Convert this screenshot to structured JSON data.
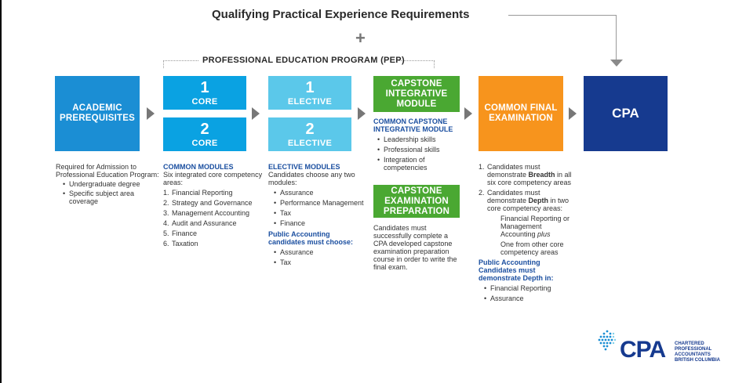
{
  "title": "Qualifying Practical Experience Requirements",
  "plus": "+",
  "pep_label": "PROFESSIONAL EDUCATION PROGRAM (PEP)",
  "boxes": {
    "academic": "ACADEMIC PREREQUISITES",
    "core1_num": "1",
    "core1_label": "CORE",
    "core2_num": "2",
    "core2_label": "CORE",
    "elective1_num": "1",
    "elective1_label": "ELECTIVE",
    "elective2_num": "2",
    "elective2_label": "ELECTIVE",
    "capstone_integrative": "CAPSTONE INTEGRATIVE MODULE",
    "capstone_exam": "CAPSTONE EXAMINATION PREPARATION",
    "cfe": "COMMON FINAL EXAMINATION",
    "cpa": "CPA"
  },
  "academic_text": {
    "intro": "Required for Admission to Professional Education Program:",
    "items": [
      "Undergraduate degree",
      "Specific subject area coverage"
    ]
  },
  "core_text": {
    "heading": "COMMON MODULES",
    "intro": "Six integrated core competency areas:",
    "items": [
      "Financial Reporting",
      "Strategy and Governance",
      "Management Accounting",
      "Audit and Assurance",
      "Finance",
      "Taxation"
    ],
    "numbers": [
      "1.",
      "2.",
      "3.",
      "4.",
      "5.",
      "6."
    ]
  },
  "elective_text": {
    "heading": "ELECTIVE MODULES",
    "intro": "Candidates choose any two modules:",
    "items": [
      "Assurance",
      "Performance Management",
      "Tax",
      "Finance"
    ],
    "pa_heading": "Public Accounting candidates must choose:",
    "pa_items": [
      "Assurance",
      "Tax"
    ]
  },
  "capstone_text": {
    "heading": "COMMON CAPSTONE INTEGRATIVE MODULE",
    "items": [
      "Leadership skills",
      "Professional skills",
      "Integration of competencies"
    ]
  },
  "capstone_exam_text": "Candidates must successfully complete a CPA developed capstone examination preparation course in order to write the final exam.",
  "cfe_text": {
    "item1_pre": "Candidates must demonstrate ",
    "item1_bold": "Breadth",
    "item1_post": " in all six core competency areas",
    "item2_pre": "Candidates must demonstrate ",
    "item2_bold": "Depth",
    "item2_post": " in two core competency areas:",
    "sub1_pre": "Financial Reporting or Management Accounting ",
    "sub1_italic": "plus",
    "sub2": "One from other core competency areas",
    "pa_heading": "Public Accounting Candidates must demonstrate Depth in:",
    "pa_items": [
      "Financial Reporting",
      "Assurance"
    ],
    "numbers": [
      "1.",
      "2."
    ]
  },
  "logo": {
    "word": "CPA",
    "line1": "CHARTERED",
    "line2": "PROFESSIONAL",
    "line3": "ACCOUNTANTS",
    "line4": "BRITISH COLUMBIA"
  },
  "colors": {
    "academic": "#1b8ed4",
    "core": "#0aa2e2",
    "elective": "#5bc8ea",
    "capstone": "#4aa832",
    "cfe": "#f7941d",
    "cpa": "#163a8f",
    "heading_blue": "#1b4fa0"
  }
}
